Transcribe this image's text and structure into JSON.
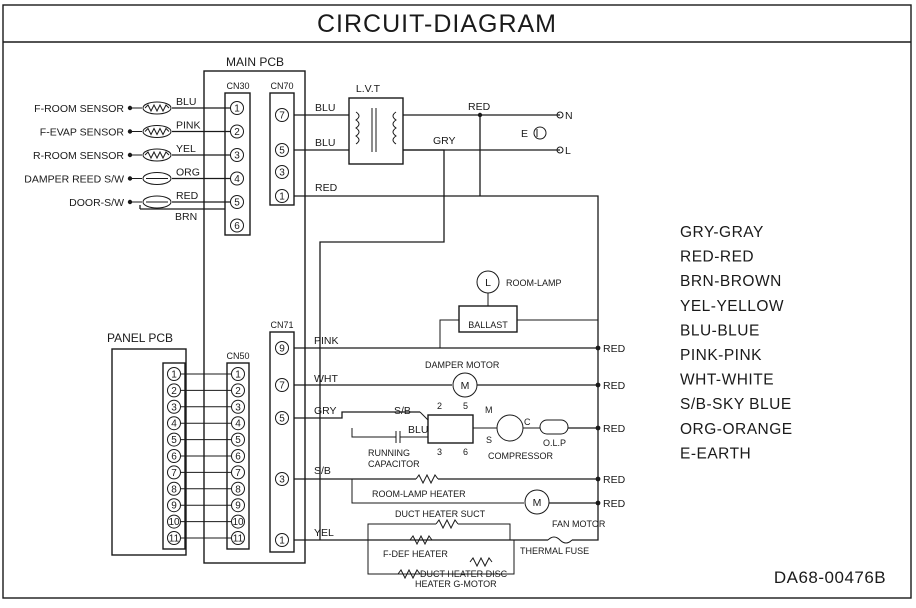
{
  "title": "CIRCUIT-DIAGRAM",
  "part_number": "DA68-00476B",
  "main_pcb": {
    "label": "MAIN PCB",
    "cn30": {
      "label": "CN30",
      "pins": [
        "1",
        "2",
        "3",
        "4",
        "5",
        "6"
      ]
    },
    "cn70": {
      "label": "CN70",
      "pins": [
        "7",
        "5",
        "3",
        "1"
      ]
    },
    "cn71": {
      "label": "CN71",
      "pins": [
        "9",
        "7",
        "5",
        "3",
        "1"
      ]
    },
    "cn50": {
      "label": "CN50",
      "pins": [
        "1",
        "2",
        "3",
        "4",
        "5",
        "6",
        "7",
        "8",
        "9",
        "10",
        "11"
      ]
    }
  },
  "panel_pcb": {
    "label": "PANEL PCB",
    "pins": [
      "1",
      "2",
      "3",
      "4",
      "5",
      "6",
      "7",
      "8",
      "9",
      "10",
      "11"
    ]
  },
  "sensors": [
    {
      "name": "F-ROOM SENSOR",
      "wire": "BLU"
    },
    {
      "name": "F-EVAP SENSOR",
      "wire": "PINK"
    },
    {
      "name": "R-ROOM SENSOR",
      "wire": "YEL"
    },
    {
      "name": "DAMPER REED S/W",
      "wire": "ORG"
    },
    {
      "name": "DOOR-S/W",
      "wire": "RED"
    }
  ],
  "cn30_pin6_wire": "BRN",
  "lvt": {
    "label": "L.V.T",
    "wire_in_1": "BLU",
    "wire_in_2": "BLU",
    "wire_out_red": "RED",
    "wire_out_gry": "GRY",
    "terminal_n": "N",
    "terminal_l": "L",
    "earth": "E"
  },
  "cn70_pin1_wire": "RED",
  "room_lamp": {
    "label": "ROOM-LAMP",
    "lamp_symbol": "L",
    "ballast": "BALLAST"
  },
  "cn71_wires": [
    "PINK",
    "WHT",
    "GRY",
    "S/B",
    "YEL"
  ],
  "damper_motor": {
    "label": "DAMPER MOTOR",
    "symbol": "M"
  },
  "compressor": {
    "label": "COMPRESSOR",
    "relay_wire_sb": "S/B",
    "relay_wire_blu": "BLU",
    "relay_terminals": [
      "2",
      "5",
      "3",
      "6"
    ],
    "terminals": [
      "M",
      "C",
      "S"
    ],
    "olp": "O.L.P",
    "capacitor": "RUNNING\nCAPACITOR",
    "capacitor_line1": "RUNNING",
    "capacitor_line2": "CAPACITOR"
  },
  "room_lamp_heater": "ROOM-LAMP HEATER",
  "fan_motor": {
    "label": "FAN MOTOR",
    "symbol": "M"
  },
  "duct_heater_suct": "DUCT HEATER SUCT",
  "f_def_heater": "F-DEF HEATER",
  "thermal_fuse": "THERMAL FUSE",
  "duct_heater_disc_line1": "DUCT HEATER DISC",
  "duct_heater_disc_line2": "HEATER G-MOTOR",
  "right_red_labels": [
    "RED",
    "RED",
    "RED",
    "RED",
    "RED"
  ],
  "color_legend": [
    "GRY-GRAY",
    "RED-RED",
    "BRN-BROWN",
    "YEL-YELLOW",
    "BLU-BLUE",
    "PINK-PINK",
    "WHT-WHITE",
    "S/B-SKY BLUE",
    "ORG-ORANGE",
    "E-EARTH"
  ]
}
